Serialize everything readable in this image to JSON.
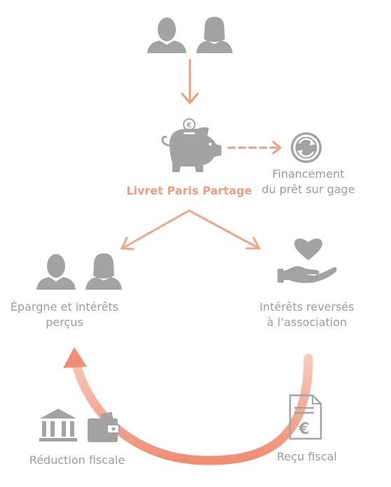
{
  "colors": {
    "icon_gray": "#a3a3a3",
    "accent": "#ee9d83",
    "accent_light": "#f6c3b3",
    "text_gray": "#9b9b9b"
  },
  "nodes": {
    "savers_top": {
      "icon": "two-people-icon"
    },
    "livret": {
      "icon": "piggy-bank-icon",
      "coin_icon": "euro-coin-icon",
      "label": "Livret Paris Partage"
    },
    "financement": {
      "icon": "refresh-cycle-icon",
      "label_line1": "Financement",
      "label_line2": "du prêt sur gage"
    },
    "epargne": {
      "icon": "two-people-icon",
      "label_line1": "Épargne et intérêts",
      "label_line2": "perçus"
    },
    "interets": {
      "icon": "hand-heart-icon",
      "label_line1": "Intérêts reversés",
      "label_line2": "à l’association"
    },
    "recu": {
      "icon": "receipt-euro-icon",
      "label": "Reçu fiscal"
    },
    "reduction": {
      "icons": [
        "bank-icon",
        "wallet-icon"
      ],
      "label": "Réduction fiscale"
    }
  }
}
